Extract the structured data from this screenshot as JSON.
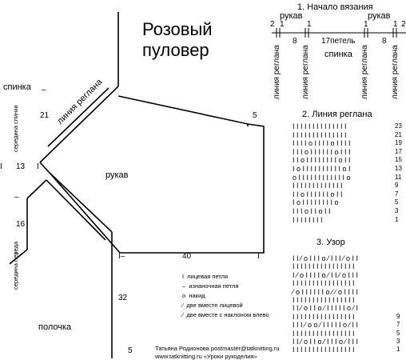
{
  "title": {
    "line1": "Розовый",
    "line2": "пуловер"
  },
  "pattern": {
    "back_label": "спинка",
    "back_center_label": "середина спинки",
    "front_center_label": "середина переда",
    "front_label": "полочка",
    "raglan_label": "линия реглана",
    "sleeve_label": "рукав",
    "dims": {
      "d21": "21",
      "d13": "13",
      "d16": "16",
      "d5_top": "5",
      "d40": "40",
      "d32": "32",
      "d5_bottom": "5"
    }
  },
  "section1": {
    "heading": "1. Начало вязания",
    "sleeve_left": "рукав",
    "sleeve_right": "рукав",
    "top_nums": [
      "2",
      "1",
      "1",
      "1",
      "1",
      "2"
    ],
    "mid_nums": {
      "left8": "8",
      "center": "17петель",
      "right8": "8"
    },
    "back": "спинка",
    "raglan_labels": [
      "линия реглана",
      "линия реглана",
      "линия реглана",
      "линия реглана"
    ]
  },
  "section2": {
    "heading": "2. Линия реглана",
    "rows": [
      {
        "symbols": "I  I  I  I  I  I  I  I  I  I  I  I  I  I",
        "num": "23"
      },
      {
        "symbols": "I  I  I  I  I  I  I  I  I  I  I  I  I  I",
        "num": "21"
      },
      {
        "symbols": "I  I  I  I  o  I  I  I  I  o  I  I  I  I",
        "num": "19"
      },
      {
        "symbols": "I  I  I  o  I  I  I  I  I  I  o  I  I  I",
        "num": "17"
      },
      {
        "symbols": "I  I  o  I  I  I  I  I  I  I  I  o  I  I",
        "num": "15"
      },
      {
        "symbols": "I  o  I  I  I  I  I  I  I  I  I  I  o  I",
        "num": "13"
      },
      {
        "symbols": "o  I  I  I  I  I  I  I  I  I  I  I  I  o",
        "num": "11"
      },
      {
        "symbols": "I  I  I  I  I  I  I  I  I  I  I  I  I",
        "num": "9"
      },
      {
        "symbols": "I  I  o  I  I  I  I  I  I  o  I  I",
        "num": "7"
      },
      {
        "symbols": "I  o  I  I  I  I  I  I  I  I  o",
        "num": "5"
      },
      {
        "symbols": "I  I  I  o  I  I  o  I  I",
        "num": "3"
      },
      {
        "symbols": "I  I  I  I  I  I  I  I",
        "num": "1"
      }
    ]
  },
  "section3": {
    "heading": "3. Узор",
    "rows": [
      {
        "symbols": "I  I  ⁄  o  I  I  I  o  ⁄  I  I  I  ⁄  o  I  I",
        "num": ""
      },
      {
        "symbols": "I  I  I  I  I  I  I  I  I  I  I  I  I  I  I  I",
        "num": ""
      },
      {
        "symbols": "I  ⁄  o  I  I  I  I  o  ⁄  I  I  ⁄  o  I  I  I",
        "num": ""
      },
      {
        "symbols": "I  I  I  I  I  I  I  I  I  I  I  I  I  I  I  I",
        "num": ""
      },
      {
        "symbols": "⁄  o  I  I  I  I  I  I  o  ⁄  ⁄  o  I  I  I  I",
        "num": ""
      },
      {
        "symbols": "I  I  I  I  I  I  I  I  I  I  I  I  I  I  I  I",
        "num": ""
      },
      {
        "symbols": "I  I  ⁄  o  I  I  o  ⁄  I  I  I  I  I  o  ⁄  I",
        "num": ""
      },
      {
        "symbols": "I  I  I  I  I  I  I  I  I  I  I  I  I  I  I  I",
        "num": "9"
      },
      {
        "symbols": "I  I  I  ⁄  o  o  ⁄  I  I  I  I  I  o  ⁄  I  I",
        "num": "7"
      },
      {
        "symbols": "I  I  I  I  I  I  I  I  I  I  I  I  I  I  I  I",
        "num": "5"
      },
      {
        "symbols": "I  I  ⁄  o  I  I  o  ⁄  I  I  I  o  ⁄  I  I  I",
        "num": "3"
      },
      {
        "symbols": "I  I  I  I  I  I  I  I  I  I  I  I  I  I  I  I",
        "num": "1"
      }
    ]
  },
  "legend": {
    "knit": "лицевая петля",
    "purl": "изнаночная петля",
    "yo": "накид",
    "k2tog": "две вместе лицевой",
    "ssk": "две вместе с наклоном влево"
  },
  "footer": {
    "line1": "Татьяна Родионова  postmaster@tatknitting.ru",
    "line2": "www.tatknitting.ru  «Уроки рукоделия»"
  }
}
